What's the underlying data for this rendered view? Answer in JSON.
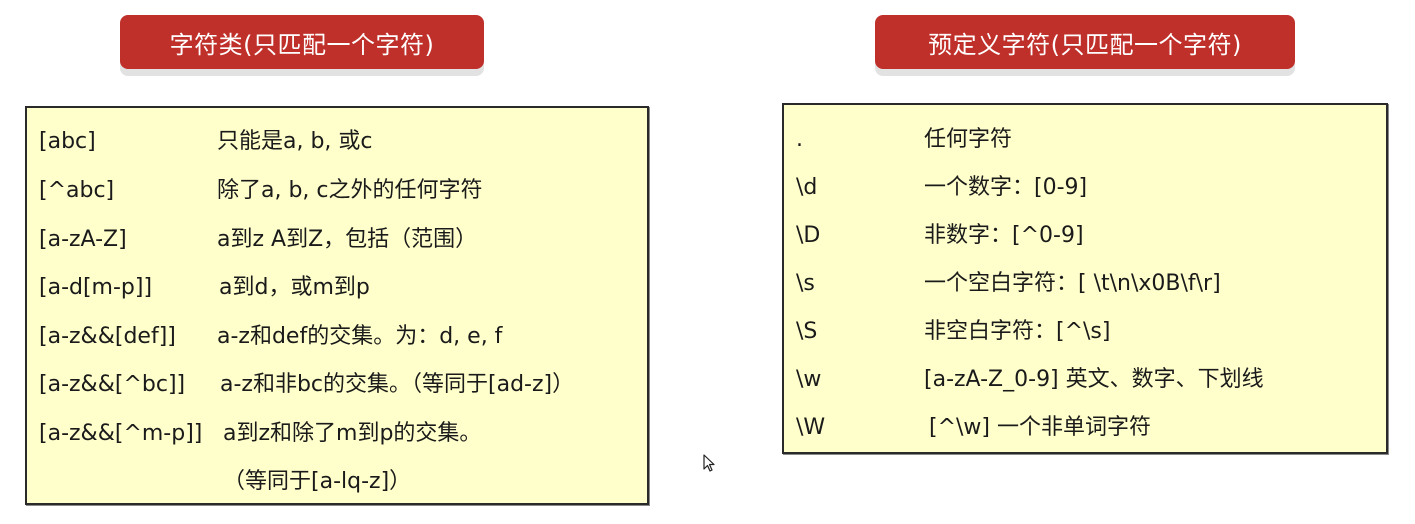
{
  "left": {
    "title": "字符类(只匹配一个字符)",
    "rows": [
      {
        "pattern": "[abc]",
        "description": "只能是a, b, 或c"
      },
      {
        "pattern": "[^abc]",
        "description": "除了a, b, c之外的任何字符"
      },
      {
        "pattern": "[a-zA-Z]",
        "description": "a到z A到Z，包括（范围）"
      },
      {
        "pattern": "[a-d[m-p]]",
        "description": "a到d，或m到p"
      },
      {
        "pattern": "[a-z&&[def]]",
        "description": "a-z和def的交集。为：d, e, f"
      },
      {
        "pattern": "[a-z&&[^bc]]",
        "description": "a-z和非bc的交集。（等同于[ad-z]）"
      },
      {
        "pattern": "[a-z&&[^m-p]]",
        "description": "a到z和除了m到p的交集。"
      },
      {
        "pattern": "",
        "description": "（等同于[a-lq-z]）"
      }
    ]
  },
  "right": {
    "title": "预定义字符(只匹配一个字符)",
    "rows": [
      {
        "pattern": ".",
        "description": "任何字符"
      },
      {
        "pattern": "\\d",
        "description": "一个数字：[0-9]"
      },
      {
        "pattern": "\\D",
        "description": "非数字：[^0-9]"
      },
      {
        "pattern": "\\s",
        "description": "一个空白字符：[ \\t\\n\\x0B\\f\\r]"
      },
      {
        "pattern": "\\S",
        "description": "非空白字符：[^\\s]"
      },
      {
        "pattern": "\\w",
        "description": "[a-zA-Z_0-9] 英文、数字、下划线"
      },
      {
        "pattern": "\\W",
        "description": "[^\\w] 一个非单词字符"
      }
    ]
  },
  "colors": {
    "banner": "#c0302b",
    "panel_bg": "#ffffcc",
    "panel_border": "#2a2a2a"
  },
  "cursor": {
    "icon": "mouse-pointer-icon"
  }
}
